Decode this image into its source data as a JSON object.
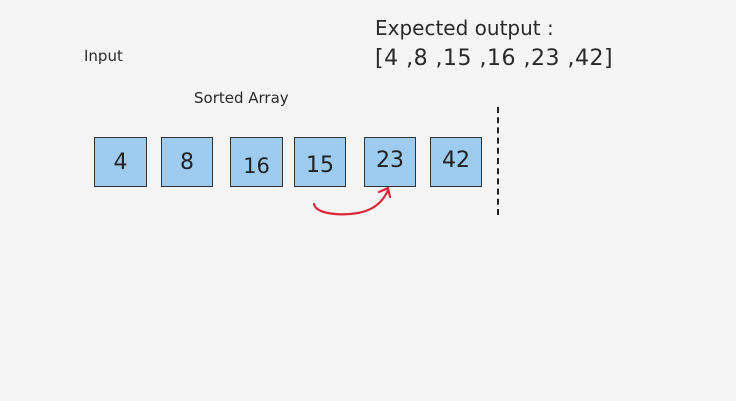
{
  "labels": {
    "input": "Input",
    "sorted": "Sorted Array",
    "expected_title": "Expected output :",
    "expected_value": "[4 ,8 ,15 ,16 ,23 ,42]"
  },
  "array": {
    "cells": [
      "4",
      "8",
      "16",
      "15",
      "23",
      "42"
    ]
  },
  "colors": {
    "cell_fill": "#9ecbf0",
    "cell_border": "#333333",
    "arrow": "#d9283a",
    "background": "#f5f5f5"
  }
}
